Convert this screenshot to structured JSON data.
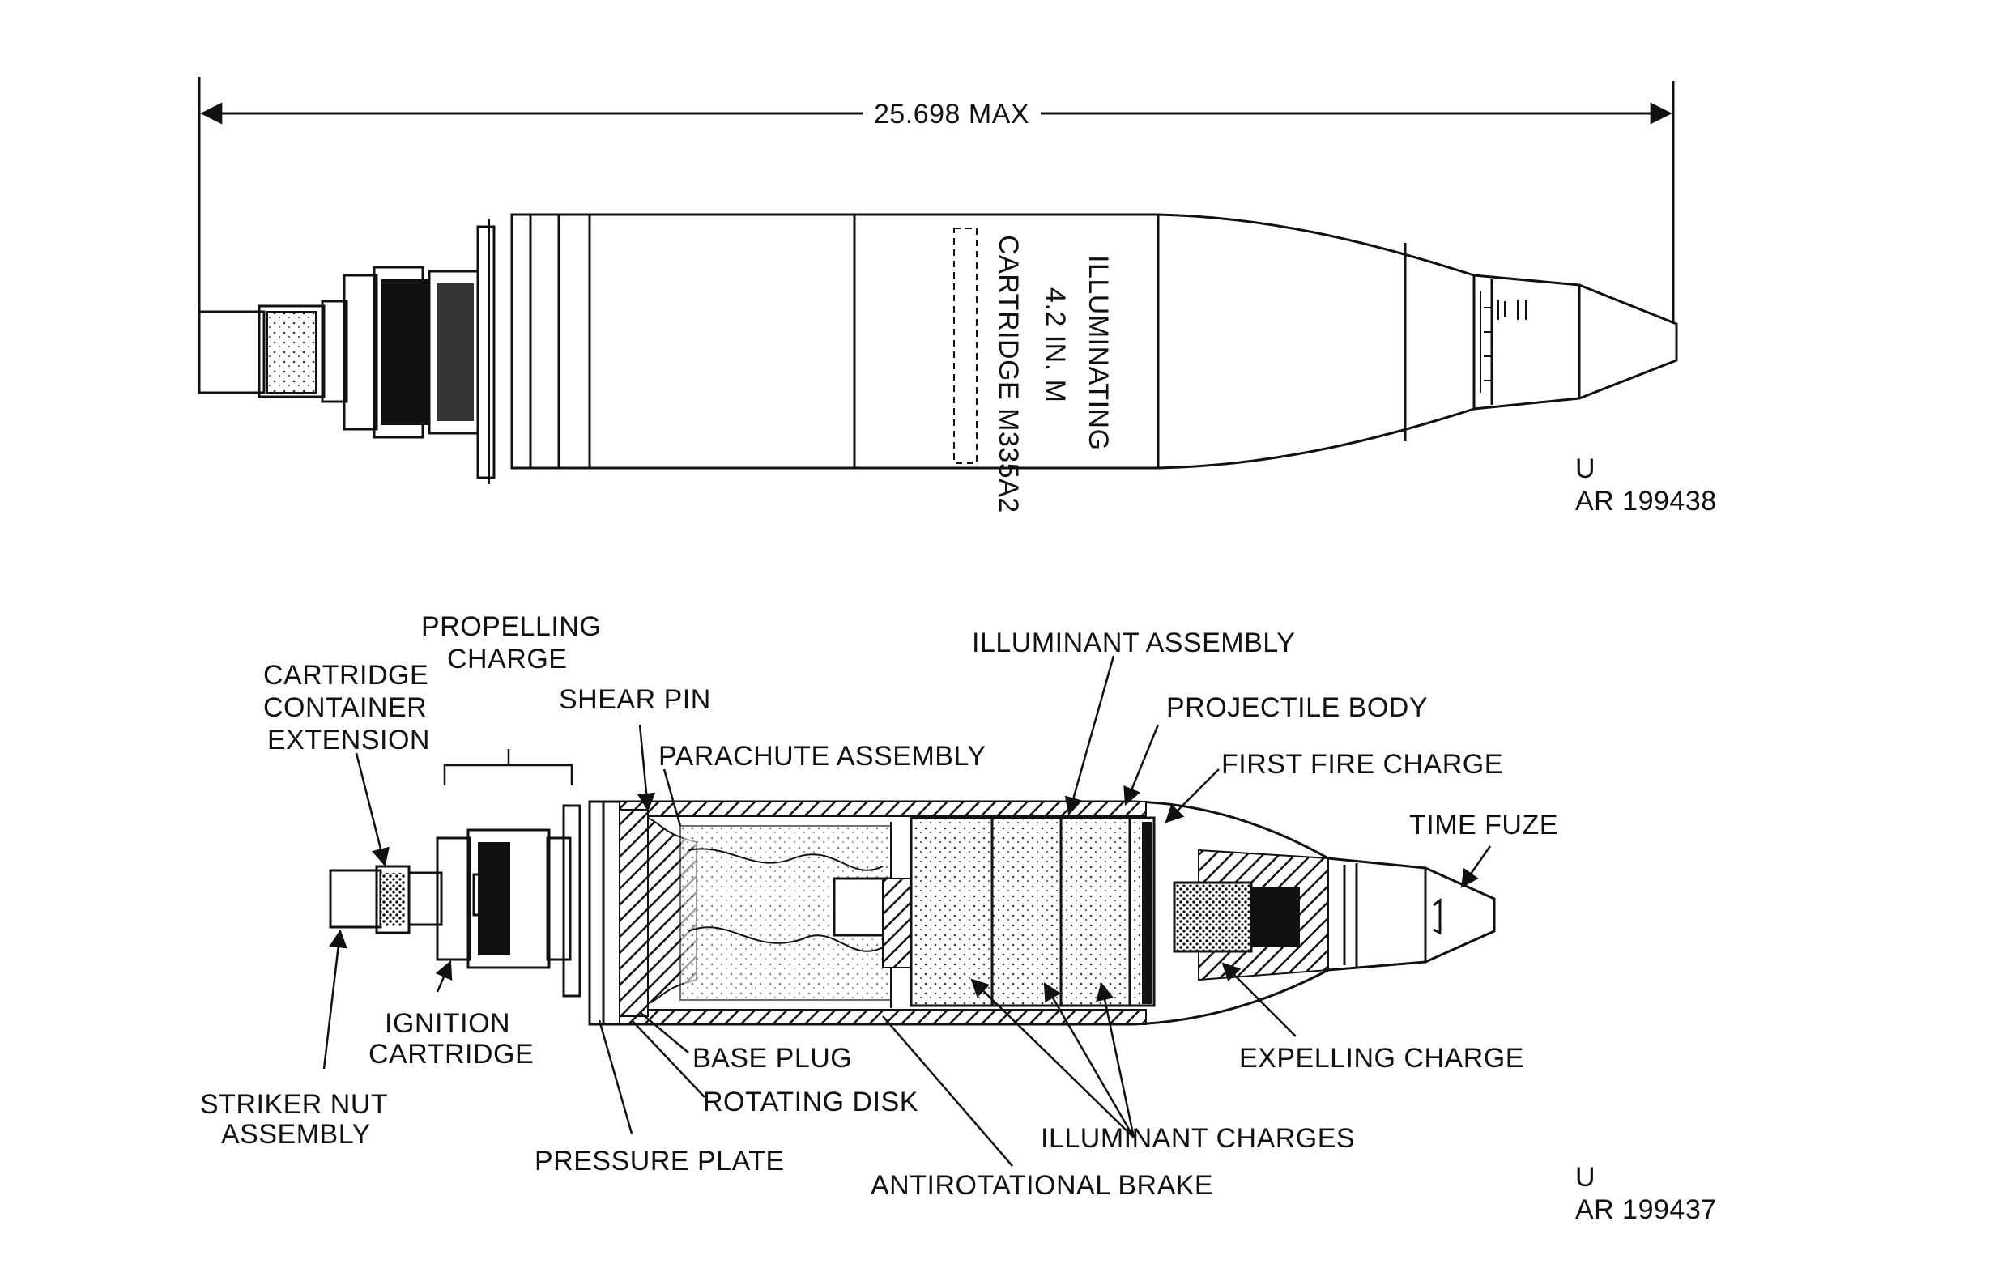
{
  "top_view": {
    "dimension": "25.698 MAX",
    "marking_lines": [
      "ILLUMINATING",
      "4.2 IN. M",
      "CARTRIDGE M335A2"
    ],
    "code_line1": "U",
    "code_line2": "AR 199438"
  },
  "bottom_view": {
    "labels": {
      "propelling_charge_1": "PROPELLING",
      "propelling_charge_2": "CHARGE",
      "cartridge_container_1": "CARTRIDGE",
      "cartridge_container_2": "CONTAINER",
      "cartridge_container_3": "EXTENSION",
      "shear_pin": "SHEAR PIN",
      "parachute_assembly": "PARACHUTE ASSEMBLY",
      "illuminant_assembly": "ILLUMINANT ASSEMBLY",
      "projectile_body": "PROJECTILE BODY",
      "first_fire_charge": "FIRST FIRE CHARGE",
      "time_fuze": "TIME FUZE",
      "ignition_cartridge_1": "IGNITION",
      "ignition_cartridge_2": "CARTRIDGE",
      "striker_nut_1": "STRIKER NUT",
      "striker_nut_2": "ASSEMBLY",
      "base_plug": "BASE PLUG",
      "rotating_disk": "ROTATING DISK",
      "pressure_plate": "PRESSURE PLATE",
      "antirotational_brake": "ANTIROTATIONAL BRAKE",
      "illuminant_charges": "ILLUMINANT CHARGES",
      "expelling_charge": "EXPELLING CHARGE"
    },
    "code_line1": "U",
    "code_line2": "AR 199437"
  }
}
